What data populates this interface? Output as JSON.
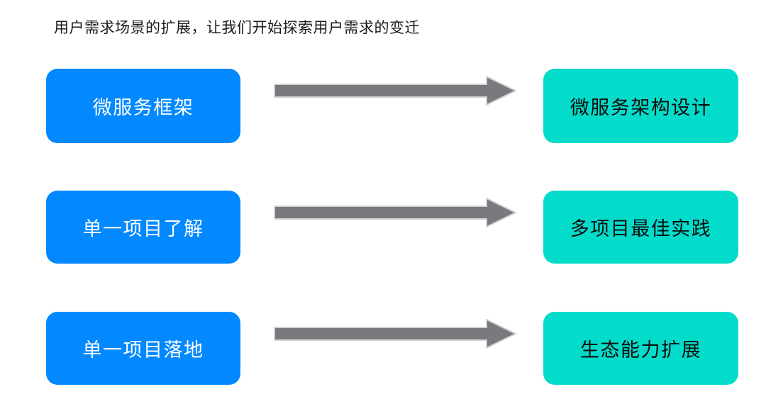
{
  "slide": {
    "title": "用户需求场景的扩展，让我们开始探索用户需求的变迁",
    "background_color": "#ffffff",
    "colors": {
      "source_box": "#0288ff",
      "source_text": "#ffffff",
      "target_box": "#04dccb",
      "target_text": "#0c0c0c",
      "arrow_fill": "#797a7e",
      "arrow_stroke": "#d0d0d2",
      "title_text": "#1a1a1a"
    },
    "rows": [
      {
        "source_label": "微服务框架",
        "arrow_icon": "right-block-arrow-icon",
        "target_label": "微服务架构设计"
      },
      {
        "source_label": "单一项目了解",
        "arrow_icon": "right-block-arrow-icon",
        "target_label": "多项目最佳实践"
      },
      {
        "source_label": "单一项目落地",
        "arrow_icon": "right-block-arrow-icon",
        "target_label": "生态能力扩展"
      }
    ]
  }
}
